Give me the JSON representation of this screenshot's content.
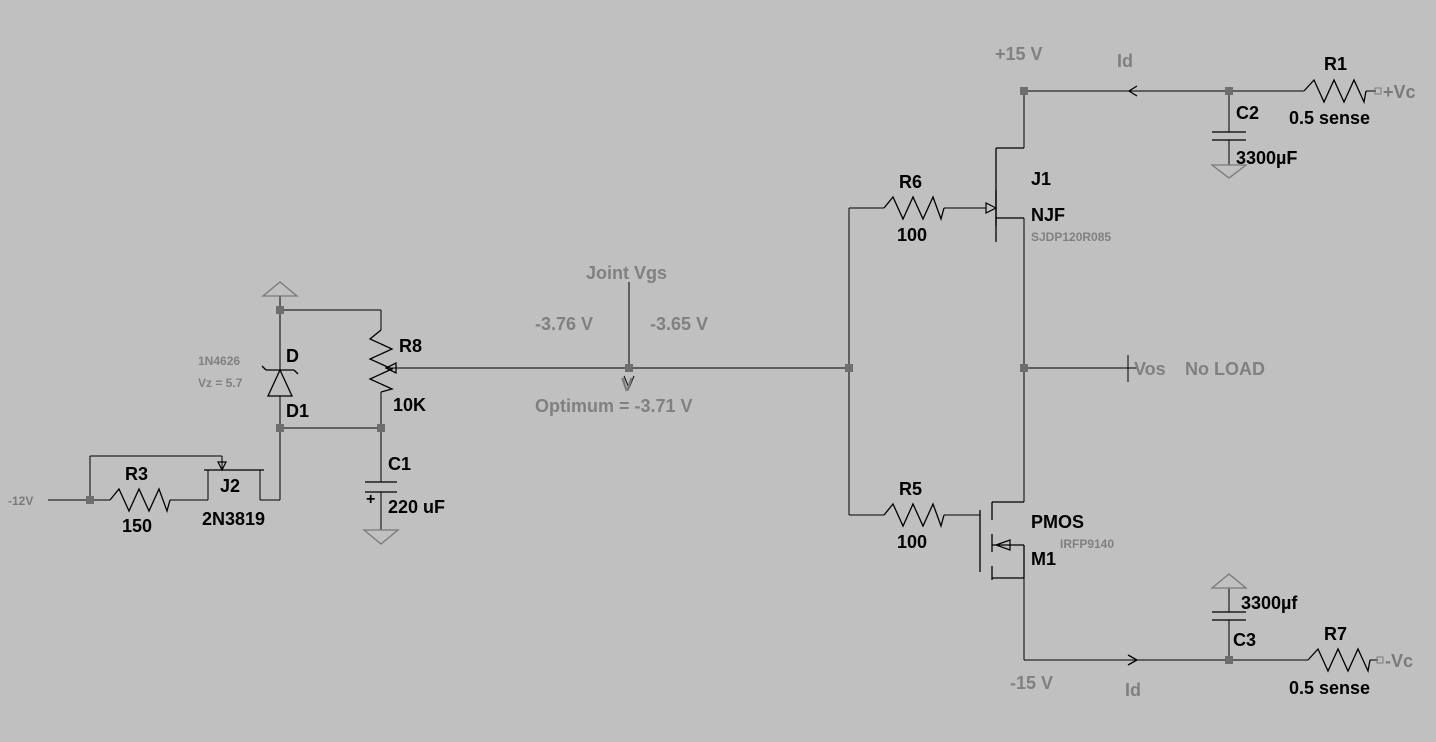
{
  "colors": {
    "background": "#c0c0c0",
    "wire": "#000000",
    "net_label": "#7a7a7a",
    "junction": "#6e6e6e"
  },
  "components": {
    "r1": {
      "ref": "R1",
      "value": "0.5 sense"
    },
    "r7": {
      "ref": "R7",
      "value": "0.5 sense"
    },
    "r6": {
      "ref": "R6",
      "value": "100"
    },
    "r5": {
      "ref": "R5",
      "value": "100"
    },
    "r3": {
      "ref": "R3",
      "value": "150"
    },
    "r8": {
      "ref": "R8",
      "value": "10K"
    },
    "c1": {
      "ref": "C1",
      "value": "220 uF"
    },
    "c2": {
      "ref": "C2",
      "value": "3300µF"
    },
    "c3": {
      "ref": "C3",
      "value": "3300µf"
    },
    "j1": {
      "ref": "J1",
      "type": "NJF",
      "part": "SJDP120R085"
    },
    "m1": {
      "ref": "M1",
      "type": "PMOS",
      "part": "IRFP9140"
    },
    "j2": {
      "ref": "J2",
      "part": "2N3819"
    },
    "d1": {
      "ref": "D1",
      "type": "D",
      "part": "1N4626",
      "note": "Vz = 5.7"
    }
  },
  "nets": {
    "pos_rail": "+15 V",
    "neg_rail": "-15 V",
    "pos_vc": "+Vc",
    "neg_vc": "-Vc",
    "neg_supply": "-12V",
    "id_top": "Id",
    "id_bottom": "Id",
    "vos": "Vos",
    "no_load": "No LOAD",
    "vgs_probe": "V"
  },
  "annotations": {
    "joint_vgs": "Joint Vgs",
    "vgs_left": "-3.76 V",
    "vgs_right": "-3.65 V",
    "optimum": "Optimum = -3.71 V"
  }
}
